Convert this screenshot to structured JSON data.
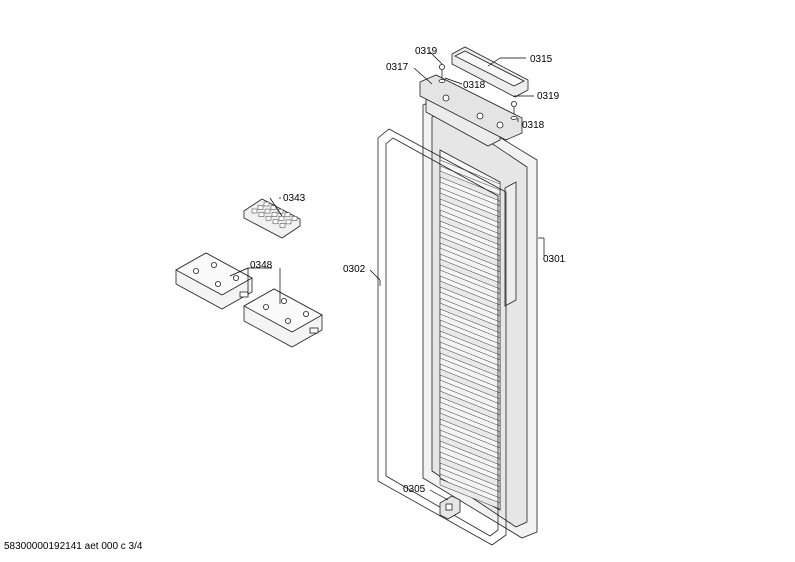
{
  "diagram": {
    "labels": {
      "p0319a": "0319",
      "p0315": "0315",
      "p0317": "0317",
      "p0318a": "0318",
      "p0319b": "0319",
      "p0318b": "0318",
      "p0343": "0343",
      "p0348": "0348",
      "p0302": "0302",
      "p0301": "0301",
      "p0305": "0305"
    },
    "footer": "58300000192141 aet 000 c 3/4"
  }
}
